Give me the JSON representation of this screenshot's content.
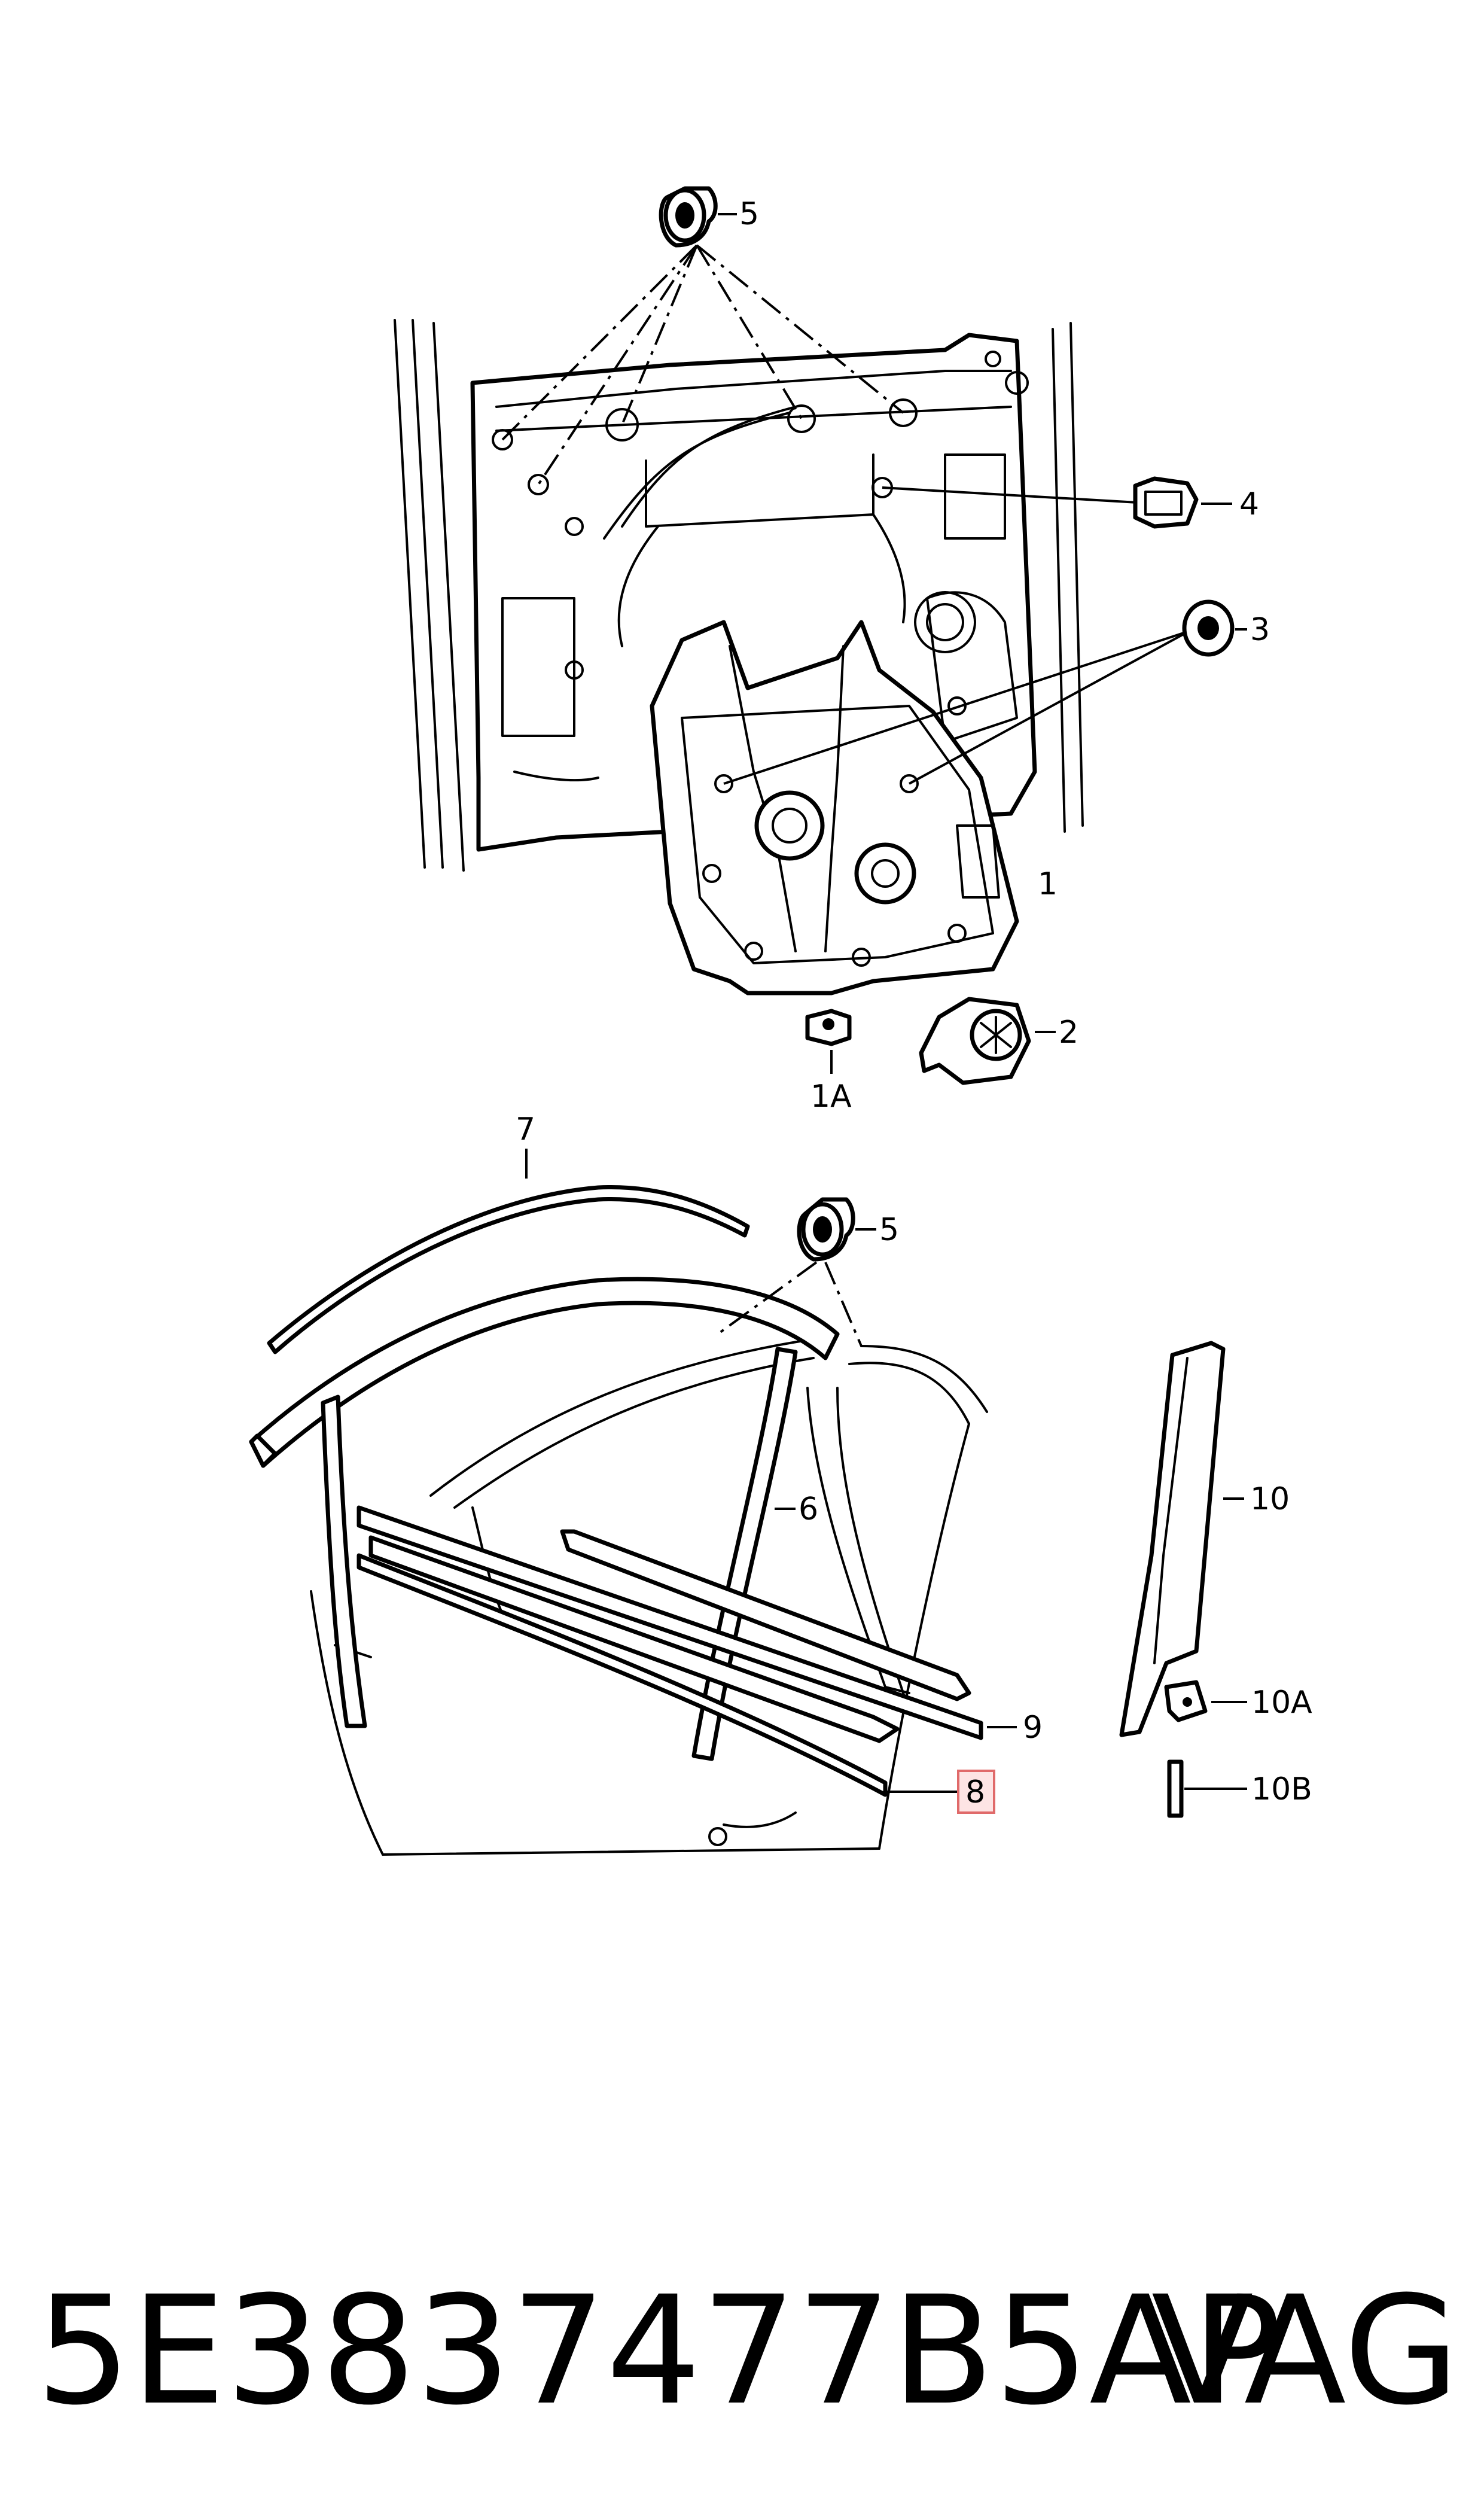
{
  "callouts": {
    "c1": "1",
    "c1a": "1A",
    "c2": "2",
    "c3": "3",
    "c4": "4",
    "c5_top": "5",
    "c5_bottom": "5",
    "c6": "6",
    "c7": "7",
    "c8": "8",
    "c9": "9",
    "c10": "10",
    "c10a": "10A",
    "c10b": "10B"
  },
  "highlighted_callout": "8",
  "colors": {
    "highlight_fill": "#fde4e4",
    "highlight_stroke": "#e06a6a"
  },
  "footer": {
    "part_number": "5E3837477B5AP",
    "brand": "VAG"
  }
}
